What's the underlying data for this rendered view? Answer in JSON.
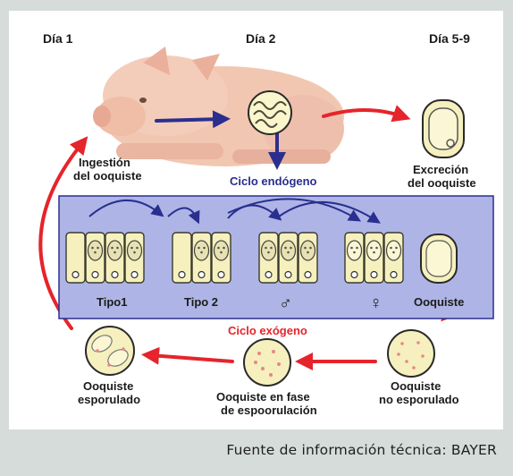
{
  "days": {
    "d1": "Día 1",
    "d2": "Día 2",
    "d3": "Día 5-9"
  },
  "labels": {
    "ingestion_1": "Ingestión",
    "ingestion_2": "del ooquiste",
    "excrecion_1": "Excreción",
    "excrecion_2": "del ooquiste",
    "ciclo_endogeno": "Ciclo endógeno",
    "ciclo_exogeno": "Ciclo exógeno",
    "tipo1": "Tipo1",
    "tipo2": "Tipo 2",
    "male": "♂",
    "female": "♀",
    "ooquiste": "Ooquiste",
    "esporulado_1": "Ooquiste",
    "esporulado_2": "esporulado",
    "fase_1": "Ooquiste en fase",
    "fase_2": "de espoorulación",
    "no_esporulado_1": "Ooquiste",
    "no_esporulado_2": "no esporulado"
  },
  "caption": "Fuente de información técnica: BAYER",
  "colors": {
    "cycle_arrow": "#e5242b",
    "endo_arrow": "#2a2f8f",
    "panel_blue": "#aeb5e6",
    "cell_fill": "#f5f0be",
    "cell_stroke": "#3a3a2a",
    "dot": "#e98686",
    "piglet": "#f2c7b2"
  }
}
